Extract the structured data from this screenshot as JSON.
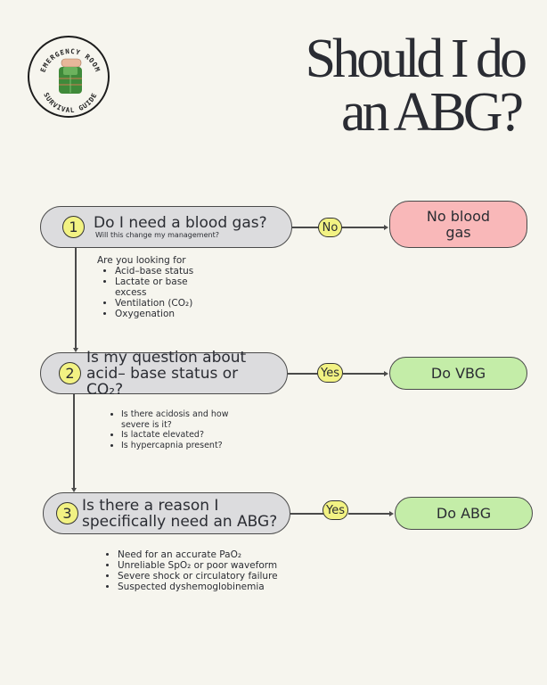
{
  "logo": {
    "top_text": "EMERGENCY ROOM",
    "bottom_text": "SURVIVAL GUIDE",
    "icon": "backpack-icon"
  },
  "title": {
    "line1": "Should I do",
    "line2": "an ABG?"
  },
  "colors": {
    "background": "#f6f5ee",
    "question_fill": "#dcdcde",
    "badge_fill": "#f2f283",
    "no_result_fill": "#f9b8b9",
    "yes_result_fill": "#c4eda8",
    "stroke": "#4a4a4a",
    "text": "#2b2d33"
  },
  "steps": [
    {
      "number": "1",
      "question": "Do I need a blood gas?",
      "subtitle": "Will this change my management?",
      "branch_label": "No",
      "result": "No blood gas",
      "notes_intro": "Are you looking for",
      "notes": [
        "Acid–base status",
        "Lactate or base excess",
        "Ventilation (CO₂)",
        "Oxygenation"
      ]
    },
    {
      "number": "2",
      "question": "Is my question about acid– base status or CO₂?",
      "branch_label": "Yes",
      "result": "Do VBG",
      "notes": [
        "Is there acidosis and how severe is it?",
        "Is lactate elevated?",
        "Is hypercapnia present?"
      ]
    },
    {
      "number": "3",
      "question": "Is there a reason I specifically need an ABG?",
      "branch_label": "Yes",
      "result": "Do ABG",
      "notes": [
        "Need for an accurate PaO₂",
        "Unreliable SpO₂ or poor waveform",
        "Severe shock or circulatory failure",
        "Suspected dyshemoglobinemia"
      ]
    }
  ]
}
